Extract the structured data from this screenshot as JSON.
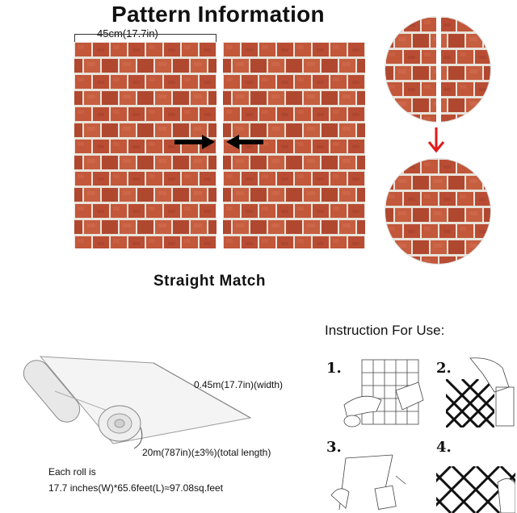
{
  "header": {
    "title": "Pattern Information"
  },
  "pattern": {
    "width_label": "45cm(17.7in)",
    "match_label": "Straight Match"
  },
  "colors": {
    "brick": "#c2573a",
    "brick_dark": "#a8432a",
    "mortar": "#e9e3da",
    "arrow_black": "#000000",
    "arrow_red": "#e01b1b"
  },
  "roll": {
    "width_label": "0.45m(17.7in)(width)",
    "length_label": "20m(787in)(±3%)(total length)",
    "note_line1": "Each roll is",
    "note_line2": "17.7 inches(W)*65.6feet(L)≈97.08sq.feet"
  },
  "instructions": {
    "title": "Instruction For Use:",
    "steps": [
      {
        "number": "1."
      },
      {
        "number": "2."
      },
      {
        "number": "3."
      },
      {
        "number": "4."
      }
    ]
  }
}
